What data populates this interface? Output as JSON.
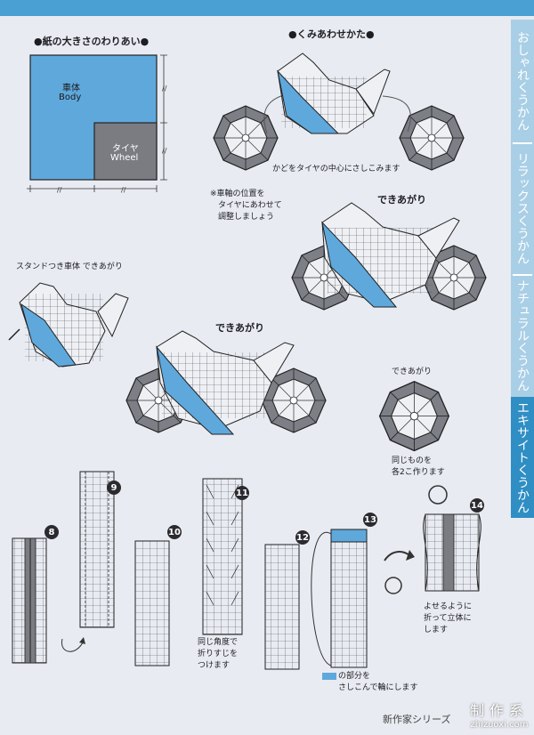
{
  "paper_size": {
    "heading": "●紙の大きさのわりあい●",
    "body_jp": "車体",
    "body_en": "Body",
    "wheel_jp": "タイヤ",
    "wheel_en": "Wheel"
  },
  "assembly": {
    "heading": "●くみあわせかた●",
    "insert_note": "かどをタイヤの中心にさしこみます",
    "axle_note": "※車軸の位置を\n　タイヤにあわせて\n　調整しましょう"
  },
  "finished": {
    "label_right": "できあがり",
    "label_center": "できあがり",
    "stand_label": "スタンドつき車体 できあがり",
    "wheel_label": "できあがり",
    "wheel_note": "同じものを\n各2こ作ります"
  },
  "steps": {
    "n8": "8",
    "n9": "9",
    "n10": "10",
    "n11": "11",
    "n12": "12",
    "n13": "13",
    "n14": "14",
    "step11_note": "同じ角度で\n折りすじを\nつけます",
    "step13_legend": "の部分を\nさしこんで輪にします",
    "step14_note": "よせるように\n折って立体に\nします"
  },
  "sidebar": {
    "tab1": "おしゃれくうかん",
    "tab2": "リラックスくうかん",
    "tab3": "ナチュラルくうかん",
    "tab4": "エキサイトくうかん"
  },
  "footer": {
    "series": "新作家シリーズ"
  },
  "watermark": {
    "line1": "制作系",
    "line2": "zhizuoxi.com"
  },
  "colors": {
    "accent": "#5fa8dc",
    "gray": "#7a7c82",
    "dark": "#2a2a30"
  }
}
